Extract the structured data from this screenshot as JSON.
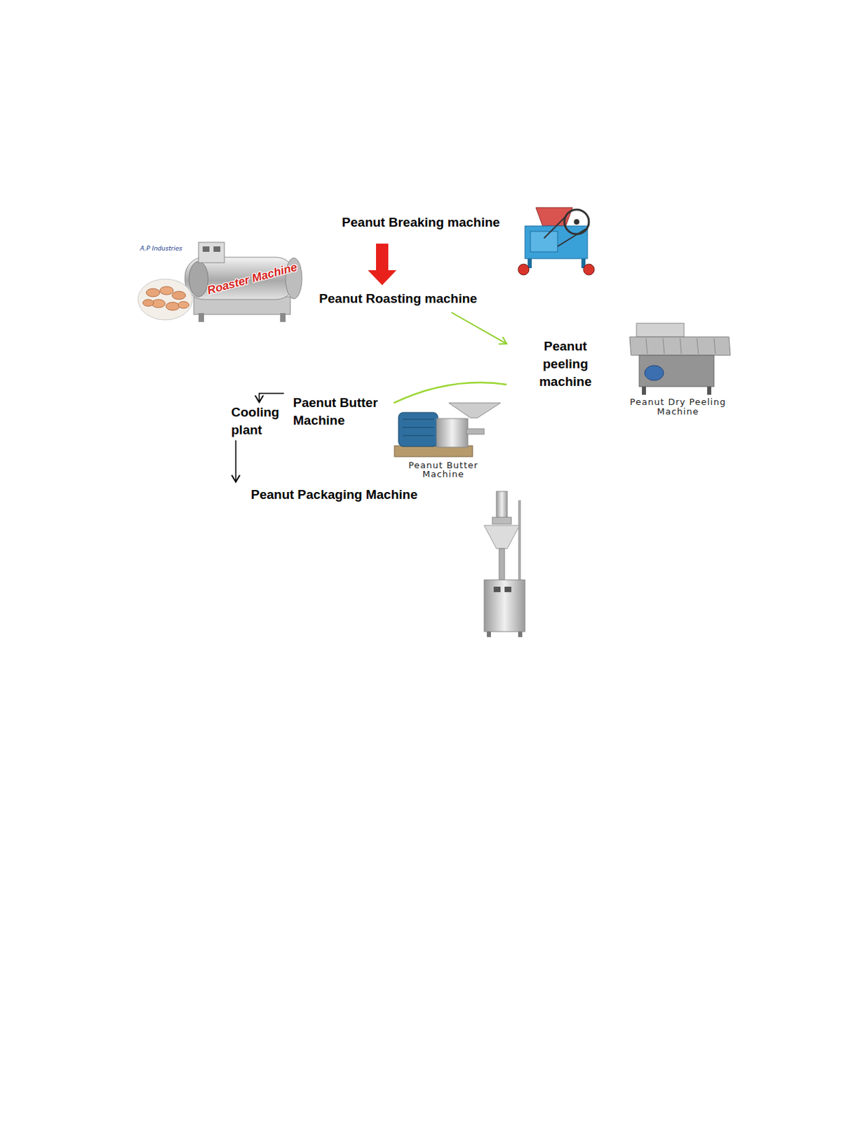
{
  "diagram": {
    "nodes": [
      {
        "text": [
          "Peanut Breaking machine"
        ]
      },
      {
        "text": [
          "Peanut Roasting machine"
        ]
      },
      {
        "text": [
          "Peanut peeling machine"
        ]
      },
      {
        "text": [
          "Paenut Butter Machine"
        ]
      },
      {
        "text": [
          "Cooling plant"
        ],
        "in": 3
      },
      {
        "text": [
          "Peanut Packaging Machine"
        ]
      }
    ],
    "edges": [
      {
        "from": 0,
        "to": 1,
        "arrow": "to"
      },
      {
        "from": 1,
        "to": 2,
        "arrow": "to"
      },
      {
        "from": 2,
        "to": 3,
        "arrow": "none"
      },
      {
        "from": 3,
        "to": 4,
        "arrow": "to"
      },
      {
        "from": 4,
        "to": 5,
        "arrow": "to"
      }
    ],
    "labels": [
      "Roaster Machine",
      "A.P Industries",
      "Peanut Dry Peeling Machine",
      "Peanut Butter Machine"
    ]
  }
}
